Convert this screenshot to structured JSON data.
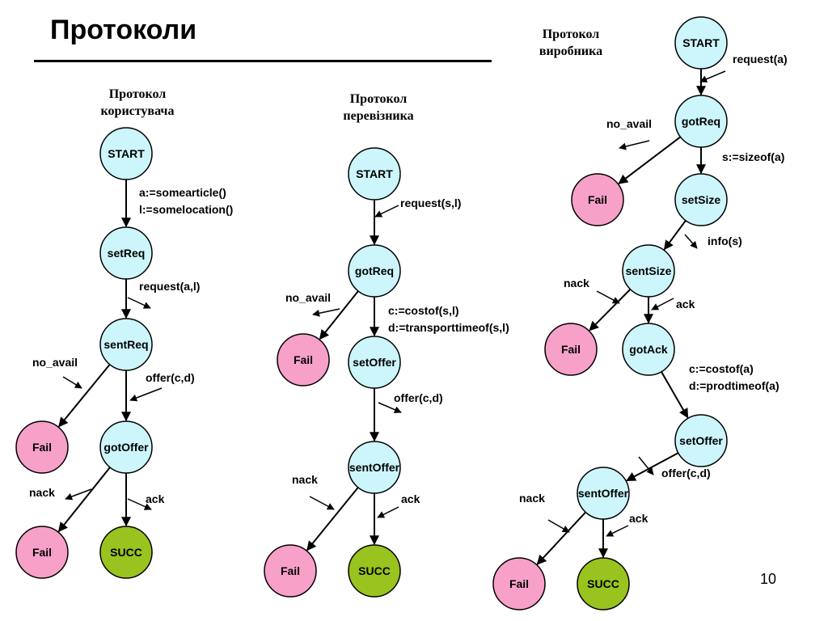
{
  "title": "Протоколи",
  "page_number": "10",
  "colors": {
    "state": "#ccf5fc",
    "fail": "#f7a0c8",
    "success": "#99c31e",
    "stroke": "#000000"
  },
  "protocols": [
    {
      "title_line1": "Протокол",
      "title_line2": "користувача",
      "nodes": [
        {
          "id": "u_start",
          "label": "START",
          "kind": "state"
        },
        {
          "id": "u_setreq",
          "label": "setReq",
          "kind": "state"
        },
        {
          "id": "u_sentreq",
          "label": "sentReq",
          "kind": "state"
        },
        {
          "id": "u_gotoffer",
          "label": "gotOffer",
          "kind": "state"
        },
        {
          "id": "u_fail1",
          "label": "Fail",
          "kind": "fail"
        },
        {
          "id": "u_fail2",
          "label": "Fail",
          "kind": "fail"
        },
        {
          "id": "u_succ",
          "label": "SUCC",
          "kind": "success"
        }
      ],
      "edges": [
        {
          "from": "u_start",
          "to": "u_setreq",
          "label1": "a:=somearticle()",
          "label2": "l:=somelocation()"
        },
        {
          "from": "u_setreq",
          "to": "u_sentreq",
          "label1": "request(a,l)"
        },
        {
          "from": "u_sentreq",
          "to": "u_fail1",
          "label1": "no_avail"
        },
        {
          "from": "u_sentreq",
          "to": "u_gotoffer",
          "label1": "offer(c,d)"
        },
        {
          "from": "u_gotoffer",
          "to": "u_fail2",
          "label1": "nack"
        },
        {
          "from": "u_gotoffer",
          "to": "u_succ",
          "label1": "ack"
        }
      ]
    },
    {
      "title_line1": "Протокол",
      "title_line2": "перевізника",
      "nodes": [
        {
          "id": "c_start",
          "label": "START",
          "kind": "state"
        },
        {
          "id": "c_gotreq",
          "label": "gotReq",
          "kind": "state"
        },
        {
          "id": "c_fail1",
          "label": "Fail",
          "kind": "fail"
        },
        {
          "id": "c_setoffer",
          "label": "setOffer",
          "kind": "state"
        },
        {
          "id": "c_sentoffer",
          "label": "sentOffer",
          "kind": "state"
        },
        {
          "id": "c_fail2",
          "label": "Fail",
          "kind": "fail"
        },
        {
          "id": "c_succ",
          "label": "SUCC",
          "kind": "success"
        }
      ],
      "edges": [
        {
          "from": "c_start",
          "to": "c_gotreq",
          "label1": "request(s,l)"
        },
        {
          "from": "c_gotreq",
          "to": "c_fail1",
          "label1": "no_avail"
        },
        {
          "from": "c_gotreq",
          "to": "c_setoffer",
          "label1": "c:=costof(s,l)",
          "label2": "d:=transporttimeof(s,l)"
        },
        {
          "from": "c_setoffer",
          "to": "c_sentoffer",
          "label1": "offer(c,d)"
        },
        {
          "from": "c_sentoffer",
          "to": "c_fail2",
          "label1": "nack"
        },
        {
          "from": "c_sentoffer",
          "to": "c_succ",
          "label1": "ack"
        }
      ]
    },
    {
      "title_line1": "Протокол",
      "title_line2": "виробника",
      "nodes": [
        {
          "id": "p_start",
          "label": "START",
          "kind": "state"
        },
        {
          "id": "p_gotreq",
          "label": "gotReq",
          "kind": "state"
        },
        {
          "id": "p_fail1",
          "label": "Fail",
          "kind": "fail"
        },
        {
          "id": "p_setsize",
          "label": "setSize",
          "kind": "state"
        },
        {
          "id": "p_sentsize",
          "label": "sentSize",
          "kind": "state"
        },
        {
          "id": "p_fail2",
          "label": "Fail",
          "kind": "fail"
        },
        {
          "id": "p_gotack",
          "label": "gotAck",
          "kind": "state"
        },
        {
          "id": "p_setoffer",
          "label": "setOffer",
          "kind": "state"
        },
        {
          "id": "p_sentoffer",
          "label": "sentOffer",
          "kind": "state"
        },
        {
          "id": "p_fail3",
          "label": "Fail",
          "kind": "fail"
        },
        {
          "id": "p_succ",
          "label": "SUCC",
          "kind": "success"
        }
      ],
      "edges": [
        {
          "from": "p_start",
          "to": "p_gotreq",
          "label1": "request(a)"
        },
        {
          "from": "p_gotreq",
          "to": "p_fail1",
          "label1": "no_avail"
        },
        {
          "from": "p_gotreq",
          "to": "p_setsize",
          "label1": "s:=sizeof(a)"
        },
        {
          "from": "p_setsize",
          "to": "p_sentsize",
          "label1": "info(s)"
        },
        {
          "from": "p_sentsize",
          "to": "p_fail2",
          "label1": "nack"
        },
        {
          "from": "p_sentsize",
          "to": "p_gotack",
          "label1": "ack"
        },
        {
          "from": "p_gotack",
          "to": "p_setoffer",
          "label1": "c:=costof(a)",
          "label2": "d:=prodtimeof(a)"
        },
        {
          "from": "p_setoffer",
          "to": "p_sentoffer",
          "label1": "offer(c,d)"
        },
        {
          "from": "p_sentoffer",
          "to": "p_fail3",
          "label1": "nack"
        },
        {
          "from": "p_sentoffer",
          "to": "p_succ",
          "label1": "ack"
        }
      ]
    }
  ]
}
